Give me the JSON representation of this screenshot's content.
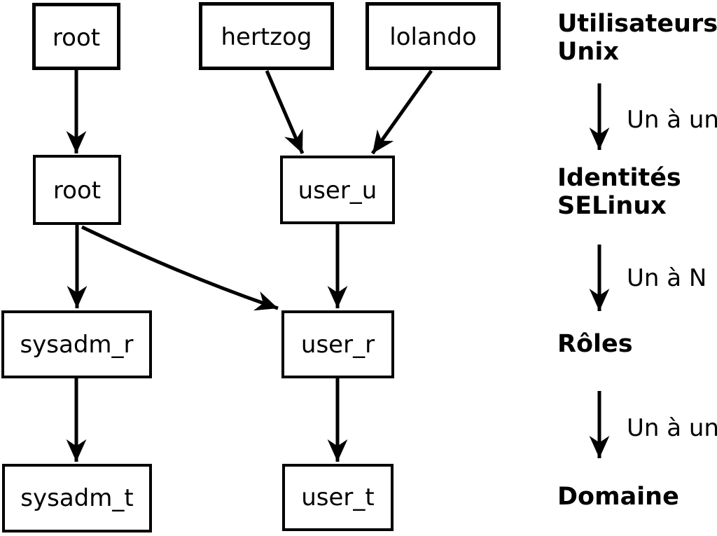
{
  "diagram": {
    "description": "SELinux user identity mapping diagram",
    "colors": {
      "foreground": "#000000",
      "background": "#ffffff"
    },
    "nodes": {
      "root_unix": {
        "label": "root"
      },
      "hertzog": {
        "label": "hertzog"
      },
      "lolando": {
        "label": "lolando"
      },
      "root_selinux": {
        "label": "root"
      },
      "user_u": {
        "label": "user_u"
      },
      "sysadm_r": {
        "label": "sysadm_r"
      },
      "user_r": {
        "label": "user_r"
      },
      "sysadm_t": {
        "label": "sysadm_t"
      },
      "user_t": {
        "label": "user_t"
      }
    },
    "edges": [
      {
        "from": "root_unix",
        "to": "root_selinux"
      },
      {
        "from": "hertzog",
        "to": "user_u"
      },
      {
        "from": "lolando",
        "to": "user_u"
      },
      {
        "from": "root_selinux",
        "to": "sysadm_r"
      },
      {
        "from": "root_selinux",
        "to": "user_r"
      },
      {
        "from": "user_u",
        "to": "user_r"
      },
      {
        "from": "sysadm_r",
        "to": "sysadm_t"
      },
      {
        "from": "user_r",
        "to": "user_t"
      }
    ],
    "legend": {
      "users_line1": "Utilisateurs",
      "users_line2": "Unix",
      "identities_line1": "Identités",
      "identities_line2": "SELinux",
      "roles": "Rôles",
      "domain": "Domaine",
      "mapping_users_to_identities": "Un à un",
      "mapping_identities_to_roles": "Un à N",
      "mapping_roles_to_domains": "Un à un"
    }
  }
}
